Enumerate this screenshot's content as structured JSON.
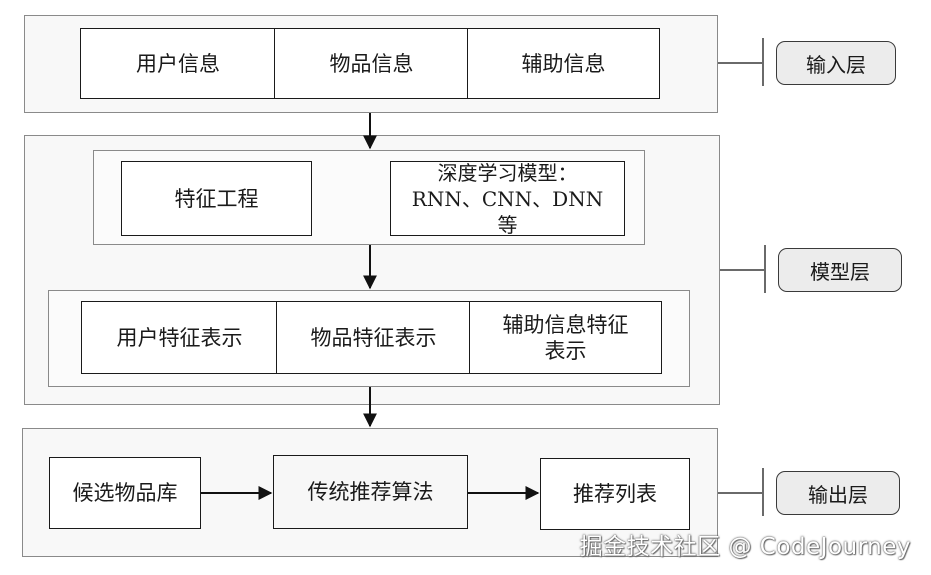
{
  "input_layer": {
    "label": "输入层",
    "cells": [
      "用户信息",
      "物品信息",
      "辅助信息"
    ]
  },
  "model_layer": {
    "label": "模型层",
    "feature_engineering": "特征工程",
    "deep_model": "深度学习模型：RNN、CNN、DNN等",
    "representations": [
      "用户特征表示",
      "物品特征表示",
      "辅助信息特征表示"
    ]
  },
  "output_layer": {
    "label": "输出层",
    "candidate_pool": "候选物品库",
    "traditional_algorithm": "传统推荐算法",
    "recommendation_list": "推荐列表"
  },
  "watermark": "掘金技术社区 @ CodeJourney"
}
